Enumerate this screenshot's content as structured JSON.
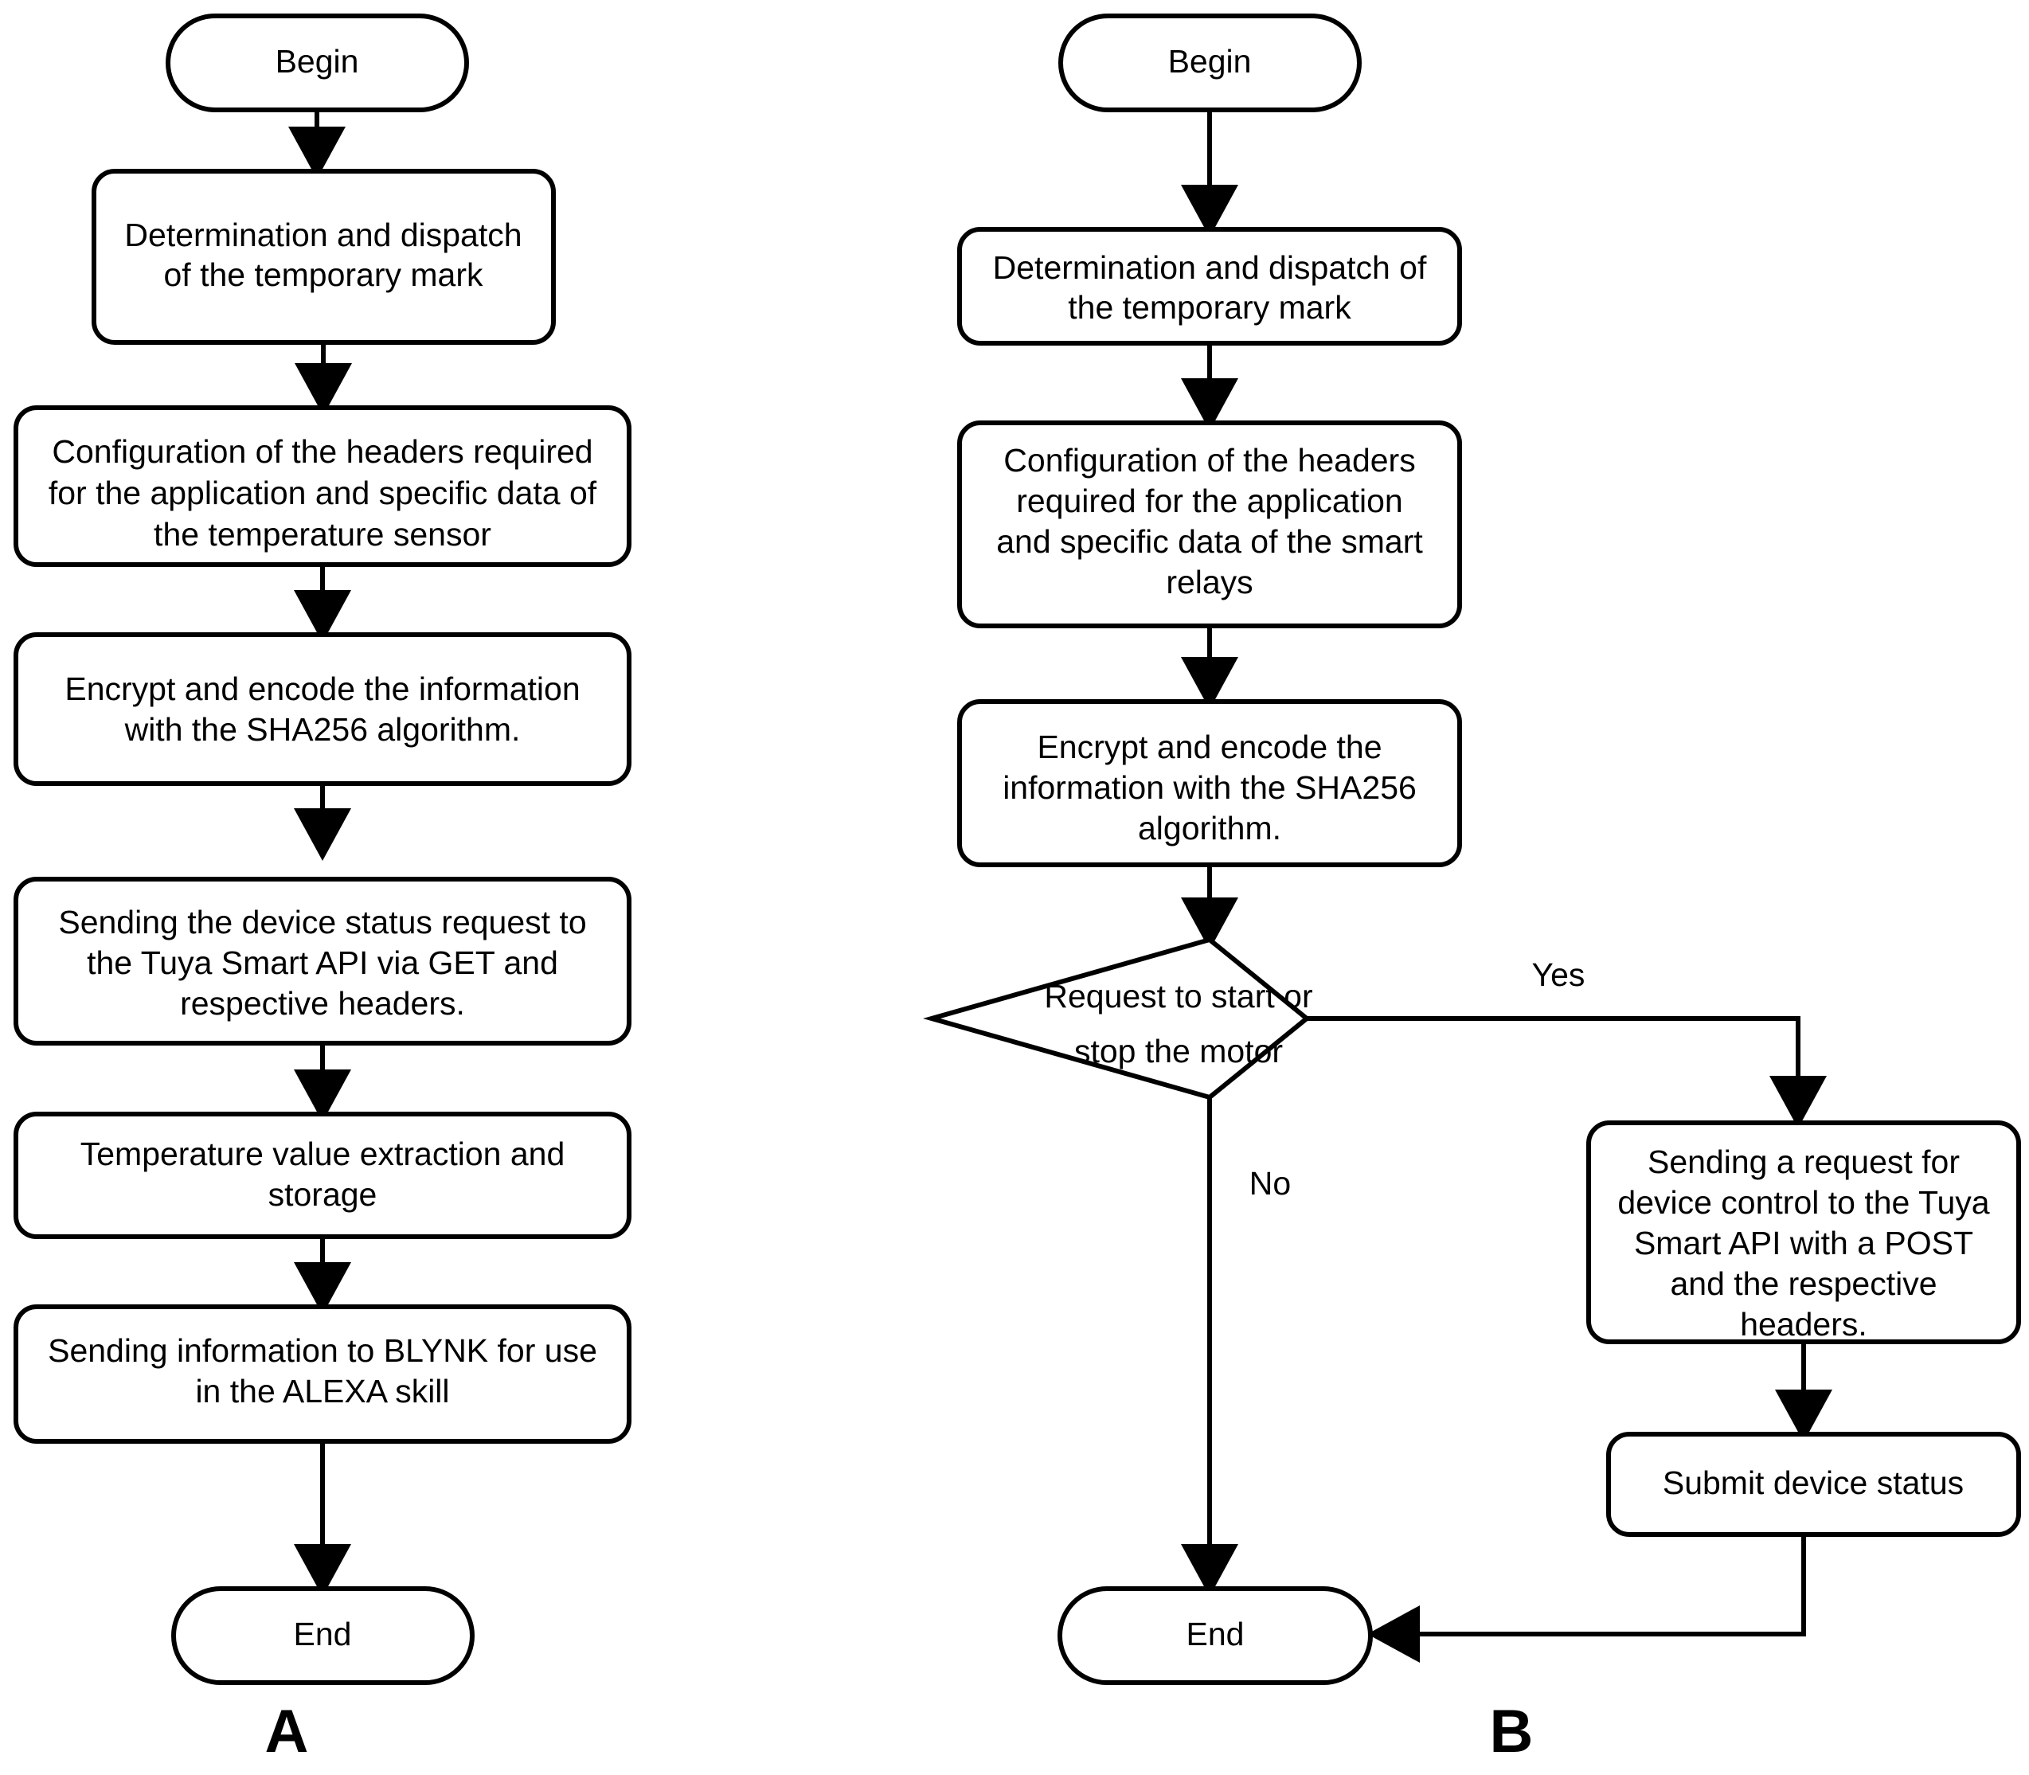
{
  "figure": {
    "title": "Flowchart of the Tuya Smart API routines",
    "panels": [
      {
        "id": "A",
        "label": "A",
        "nodes": {
          "begin": {
            "label": "Begin",
            "type": "terminator"
          },
          "step1": {
            "line1": "Determination and dispatch",
            "line2": "of the temporary mark",
            "type": "process"
          },
          "step2": {
            "line1": "Configuration of the headers required",
            "line2": "for the application and specific data of",
            "line3": "the temperature sensor",
            "type": "process"
          },
          "step3": {
            "line1": "Encrypt and encode the information",
            "line2": "with the SHA256 algorithm.",
            "type": "process"
          },
          "step4": {
            "line1": "Sending the device status request to",
            "line2": "the Tuya Smart API via GET and",
            "line3": "respective headers.",
            "type": "process"
          },
          "step5": {
            "line1": "Temperature value extraction and",
            "line2": "storage",
            "type": "process"
          },
          "step6": {
            "line1": "Sending information to BLYNK for use",
            "line2": "in the ALEXA skill",
            "type": "process"
          },
          "end": {
            "label": "End",
            "type": "terminator"
          }
        }
      },
      {
        "id": "B",
        "label": "B",
        "nodes": {
          "begin": {
            "label": "Begin",
            "type": "terminator"
          },
          "step1": {
            "line1": "Determination and dispatch of",
            "line2": "the temporary mark",
            "type": "process"
          },
          "step2": {
            "line1": "Configuration of the headers",
            "line2": "required for the application",
            "line3": "and specific data of the smart",
            "line4": "relays",
            "type": "process"
          },
          "step3": {
            "line1": "Encrypt and encode the",
            "line2": "information with the SHA256",
            "line3": "algorithm.",
            "type": "process"
          },
          "decision": {
            "line1": "Request to start or",
            "line2": "stop the motor",
            "type": "decision"
          },
          "step4": {
            "line1": "Sending a request for",
            "line2": "device control to the Tuya",
            "line3": "Smart API with a POST",
            "line4": "and the respective",
            "line5": "headers.",
            "type": "process"
          },
          "step5": {
            "label": "Submit device status",
            "type": "process"
          },
          "end": {
            "label": "End",
            "type": "terminator"
          }
        },
        "edge_labels": {
          "yes": "Yes",
          "no": "No"
        }
      }
    ]
  },
  "colors": {
    "stroke": "#000000",
    "fill": "#ffffff",
    "text": "#000000"
  }
}
